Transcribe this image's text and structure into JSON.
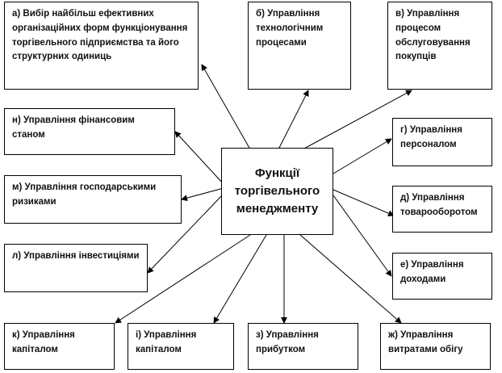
{
  "center": {
    "title": "Функції торгівельного менеджменту"
  },
  "functions": {
    "a": "а) Вибір найбільш ефективних організаційних форм функціонування торгівельного підприємства та його структурних одиниць",
    "b": "б) Управління технологічним процесами",
    "v": "в) Управління процесом обслуговування покупців",
    "g": "г) Управління персоналом",
    "d": "д) Управління товарооборотом",
    "e": "е) Управління доходами",
    "zh": "ж) Управління витратами обігу",
    "z": "з) Управління прибутком",
    "i": "і) Управління капіталом",
    "k": "к) Управління капіталом",
    "l": "л) Управління інвестиціями",
    "m": "м) Управління господарськими ризиками",
    "n": "н) Управління фінансовим станом"
  }
}
